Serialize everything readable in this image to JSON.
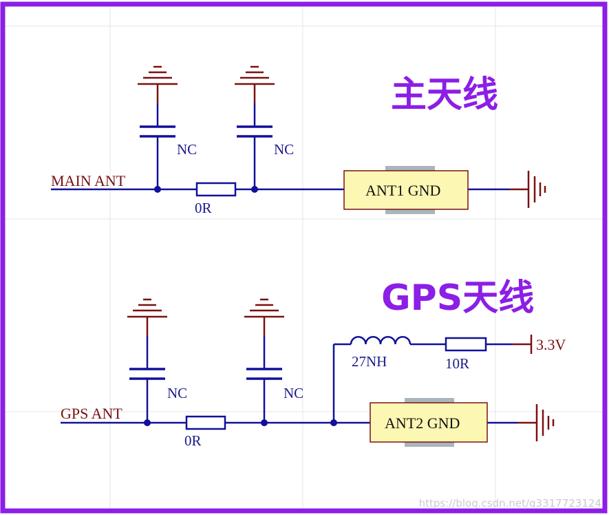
{
  "colors": {
    "frame": "#8c1ee6",
    "wire": "#10109a",
    "ground": "#7a1010",
    "component_fill": "#fdf7b4",
    "heading": "#8c1ee6",
    "grid": "#e4e4e4"
  },
  "main": {
    "heading": "主天线",
    "net_label": "MAIN  ANT",
    "resistor_label": "0R",
    "cap1_label": "NC",
    "cap2_label": "NC",
    "antenna_label": "ANT1  GND"
  },
  "gps": {
    "heading": "GPS天线",
    "net_label": "GPS  ANT",
    "resistor_label": "0R",
    "cap1_label": "NC",
    "cap2_label": "NC",
    "inductor_label": "27NH",
    "bias_resistor_label": "10R",
    "power_label": "3.3V",
    "antenna_label": "ANT2  GND"
  },
  "watermark": "https://blog.csdn.net/q3317723124"
}
